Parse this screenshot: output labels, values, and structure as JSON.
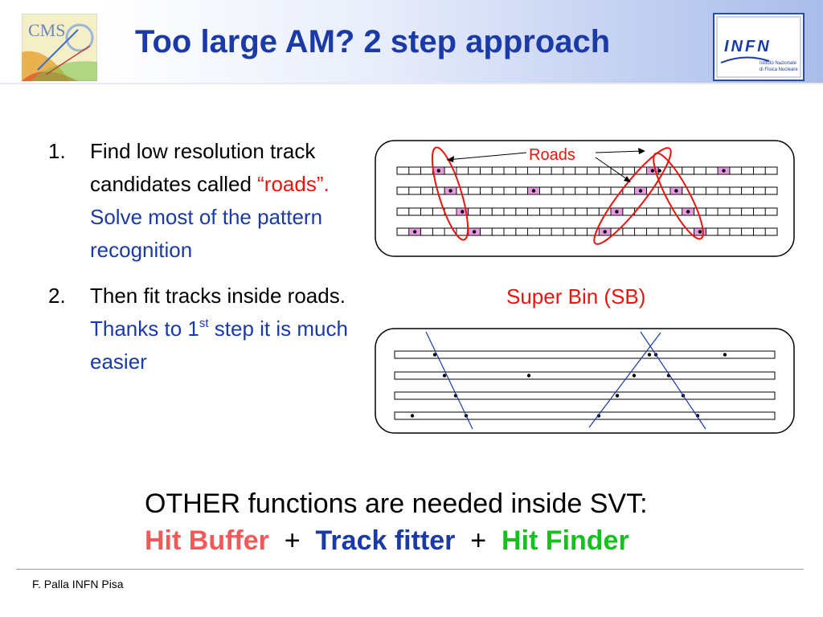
{
  "header": {
    "title": "Too large AM? 2 step approach",
    "cms_logo_text": "CMS",
    "infn_logo_text": "INFN",
    "infn_logo_subtext_1": "Istituto Nazionale",
    "infn_logo_subtext_2": "di Fisica Nucleare"
  },
  "steps": [
    {
      "number": "1.",
      "text_1": "Find low resolution track candidates called ",
      "text_red": "“roads”.",
      "text_blue": " Solve most of the pattern recognition"
    },
    {
      "number": "2.",
      "text_1": "Then fit tracks inside roads.",
      "text_blue_1": "Thanks to 1",
      "sup": "st",
      "text_blue_2": " step it is much easier"
    }
  ],
  "diagram": {
    "roads_label": "Roads",
    "super_bin_label": "Super Bin  (SB)"
  },
  "bottom": {
    "line1": "OTHER functions are needed inside SVT:",
    "hit_buffer": "Hit Buffer",
    "plus1": "  +  ",
    "track_fitter": "Track fitter",
    "plus2": "  +  ",
    "hit_finder": "Hit Finder"
  },
  "footer": {
    "text": "F. Palla INFN Pisa"
  },
  "colors": {
    "title_blue": "#1a3aa8",
    "accent_red": "#e8150f",
    "hit_buffer": "#f25a5a",
    "hit_finder": "#16c01e",
    "superbin_pink": "#e89be0"
  }
}
